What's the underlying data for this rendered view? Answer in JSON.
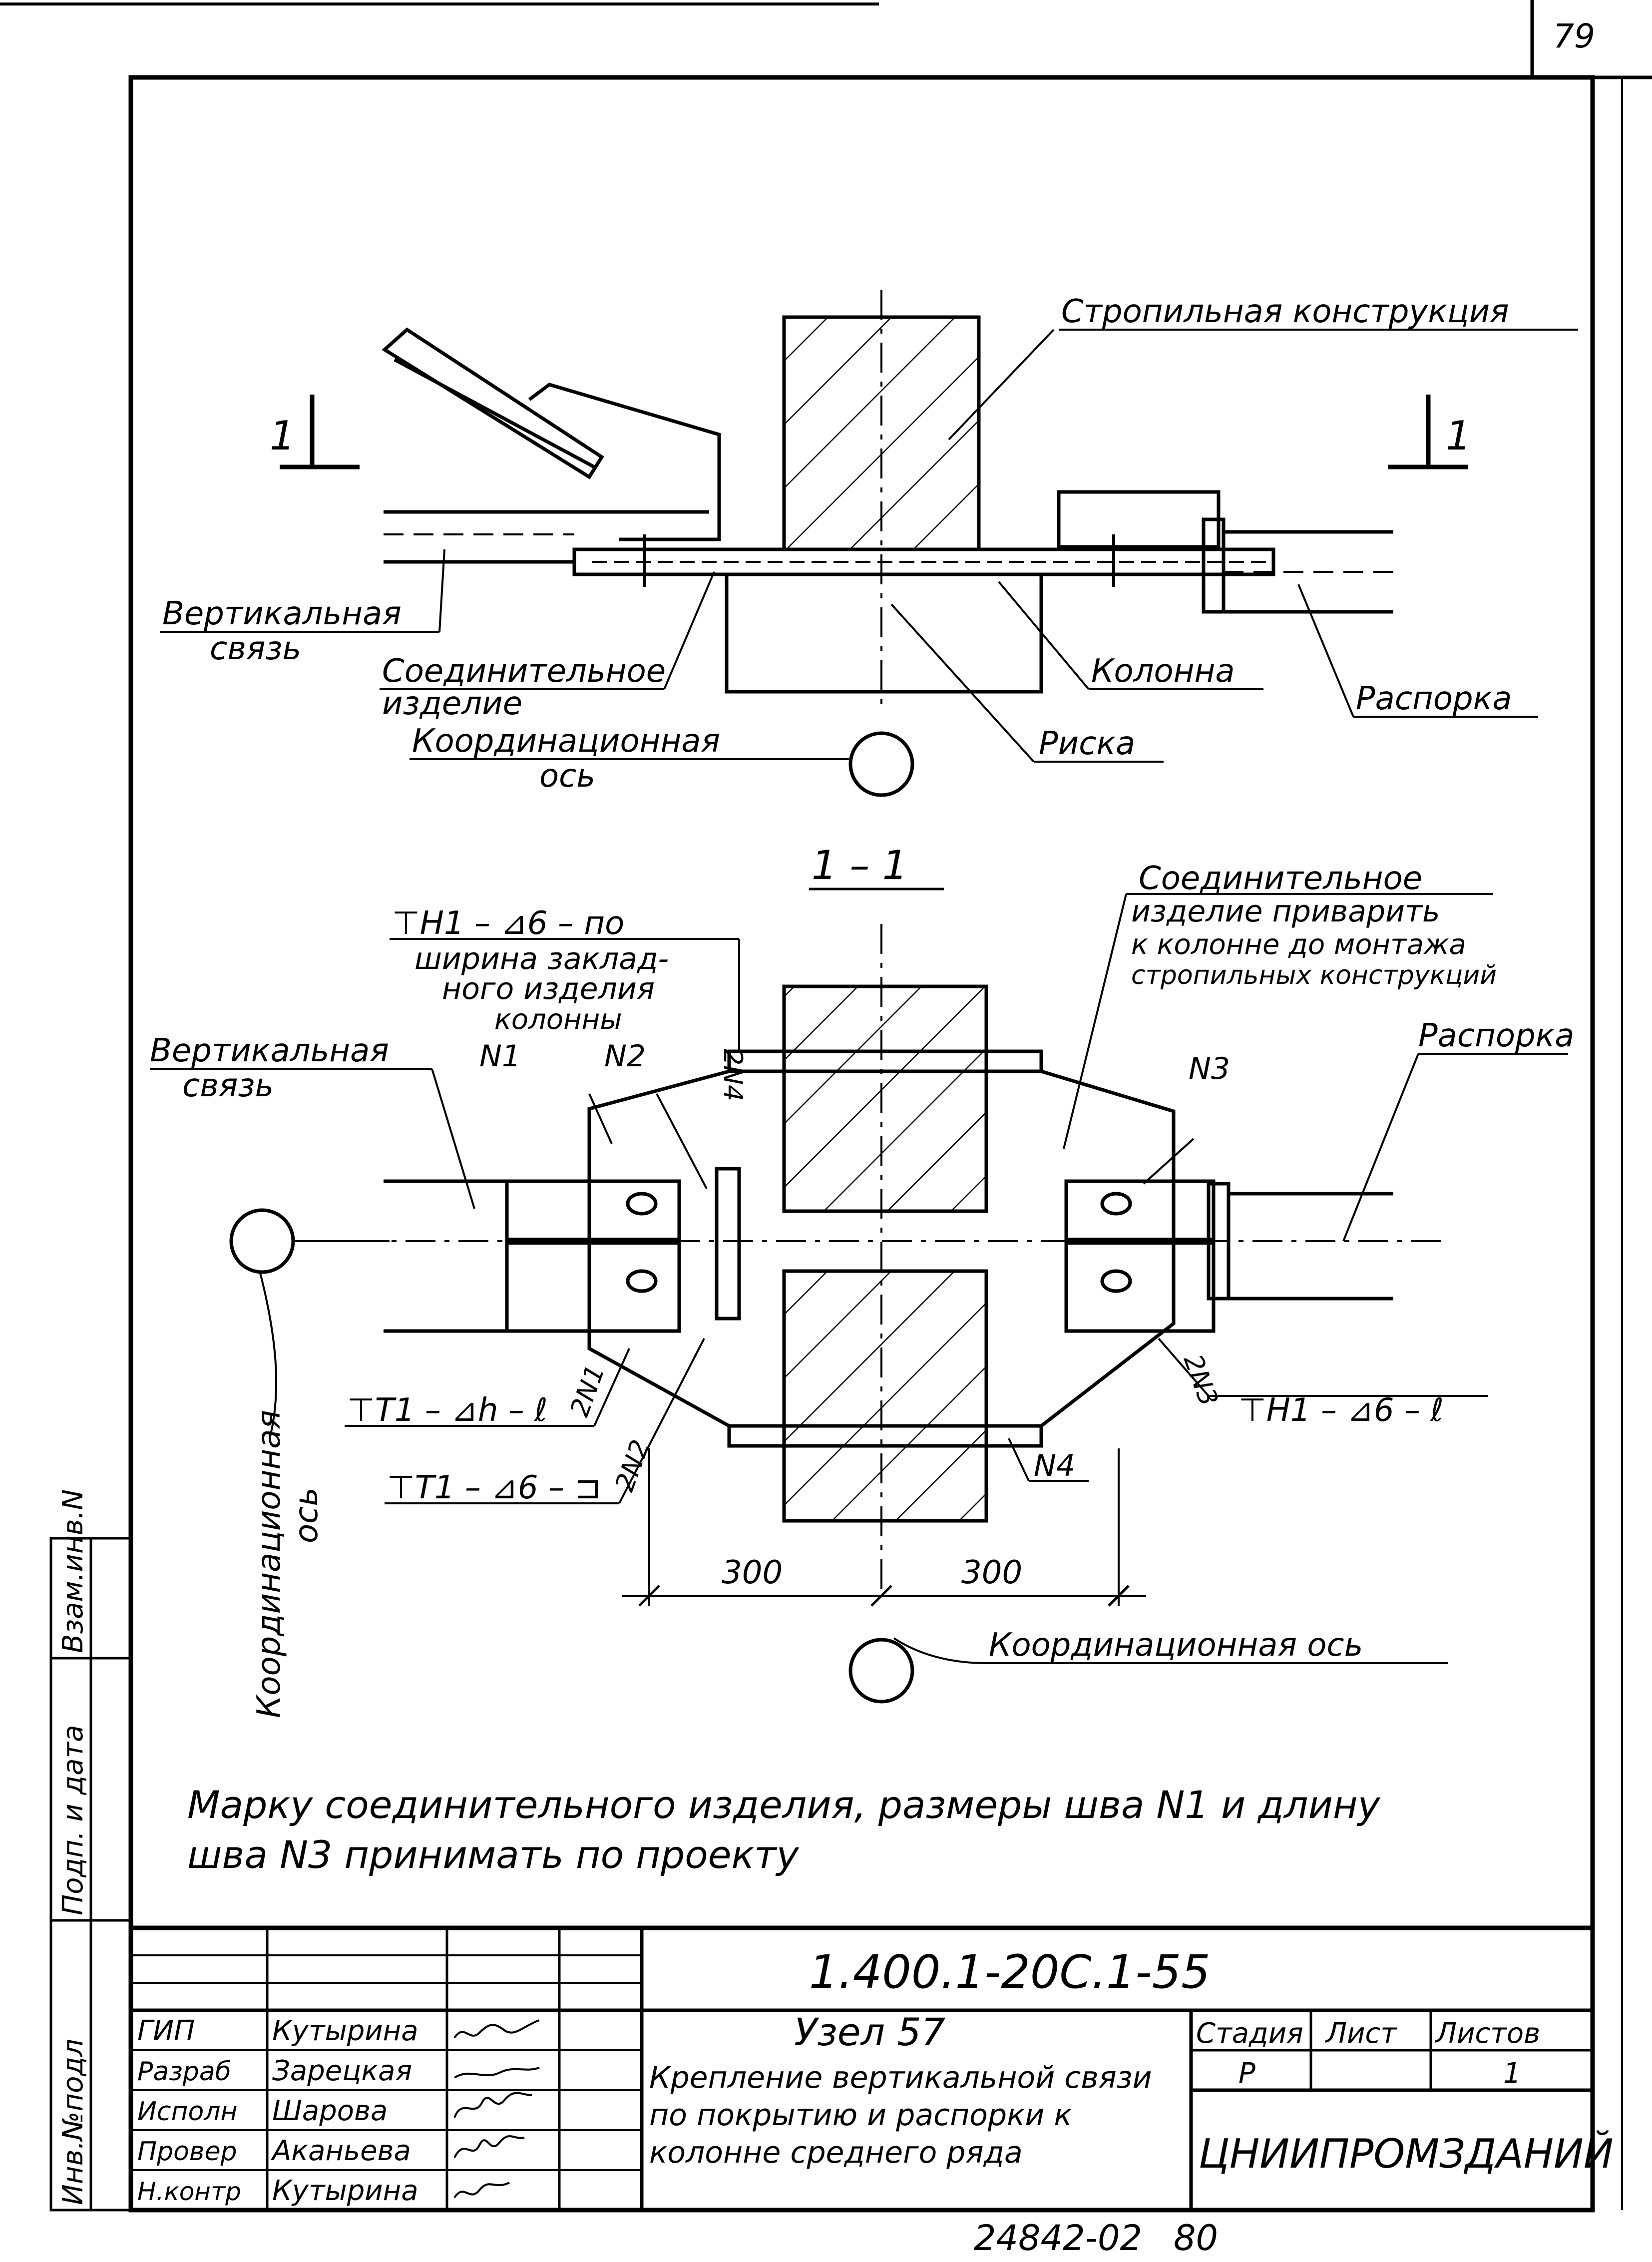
{
  "sheet": {
    "page_number": "79",
    "archive_number": "24842-02",
    "archive_page": "80"
  },
  "top_view": {
    "label_rafter": "Стропильная конструкция",
    "label_vertical_brace_1": "Вертикальная",
    "label_vertical_brace_2": "связь",
    "label_connector_1": "Соединительное",
    "label_connector_2": "изделие",
    "label_axis_1": "Координационная",
    "label_axis_2": "ось",
    "label_column": "Колонна",
    "label_mark": "Риска",
    "label_strut": "Распорка",
    "section_mark_left": "1",
    "section_mark_right": "1"
  },
  "section_view": {
    "title": "1 – 1",
    "note_connector_1": "Соединительное",
    "note_connector_2": "изделие приварить",
    "note_connector_3": "к колонне до монтажа",
    "note_connector_4": "стропильных конструкций",
    "weld_top_1": "⊤Н1 – ⊿6 – по",
    "weld_top_2": "ширина заклад-",
    "weld_top_3": "ного изделия",
    "weld_top_4": "колонны",
    "label_vertical_brace_1": "Вертикальная",
    "label_vertical_brace_2": "связь",
    "label_strut": "Распорка",
    "weld_n1": "N1",
    "weld_n2": "N2",
    "weld_n3": "N3",
    "weld_n4": "N4",
    "weld_2n4": "2N4",
    "weld_2n1": "2N1",
    "weld_2n2": "2N2",
    "weld_2n3": "2N3",
    "weld_left_1": "⊤Т1 – ⊿h – ℓ",
    "weld_left_2": "⊤Т1 – ⊿6 – ⊐",
    "weld_right": "⊤Н1 – ⊿6 – ℓ",
    "dim_left": "300",
    "dim_right": "300",
    "label_axis_vertical_1": "Координационная",
    "label_axis_vertical_2": "ось",
    "label_axis_bottom": "Координационная ось"
  },
  "note": {
    "line1": "Марку соединительного изделия, размеры шва N1 и длину",
    "line2": "шва N3  принимать по проекту"
  },
  "side_stamp": {
    "field1": "Инв.№подл",
    "field2": "Подп. и дата",
    "field3": "Взам.инв.N"
  },
  "title_block": {
    "doc_code": "1.400.1-20С.1-55",
    "node_title": "Узел 57",
    "description_1": "Крепление вертикальной связи",
    "description_2": "по   покрытию и распорки к",
    "description_3": "колонне среднего ряда",
    "header_stage": "Стадия",
    "header_sheet": "Лист",
    "header_sheets": "Листов",
    "stage": "Р",
    "sheet": "",
    "sheets": "1",
    "organization": "ЦНИИПРОМЗДАНИЙ",
    "roles": [
      {
        "role": "ГИП",
        "name": "Кутырина"
      },
      {
        "role": "Разраб",
        "name": "Зарецкая"
      },
      {
        "role": "Исполн",
        "name": "Шарова"
      },
      {
        "role": "Провер",
        "name": "Аканьева"
      },
      {
        "role": "Н.контр",
        "name": "Кутырина"
      }
    ]
  }
}
